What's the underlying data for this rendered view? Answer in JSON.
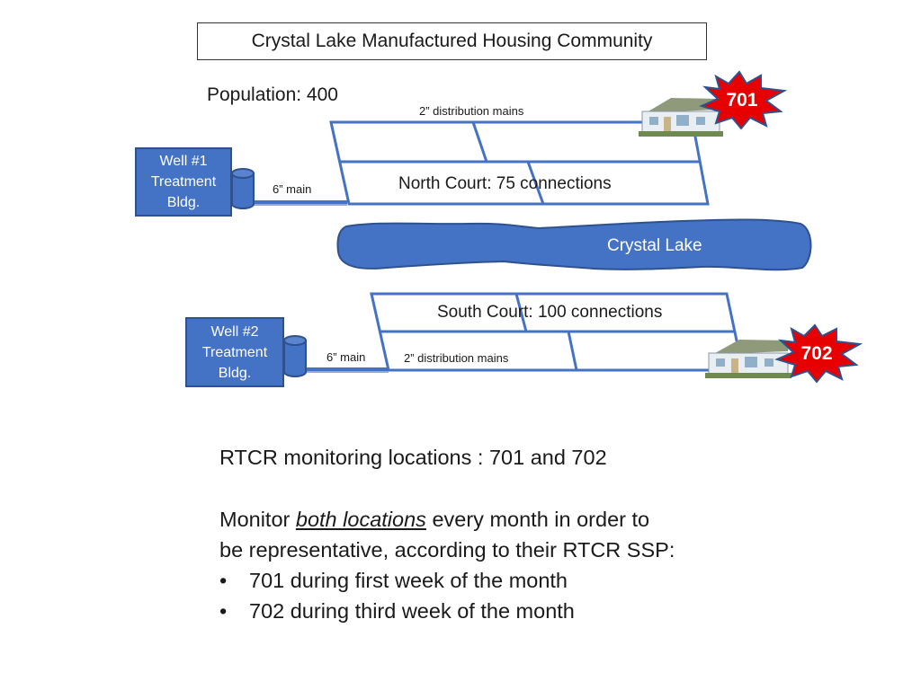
{
  "title": "Crystal Lake Manufactured Housing Community",
  "population": "Population: 400",
  "wells": [
    {
      "line1": "Well #1",
      "line2": "Treatment",
      "line3": "Bldg."
    },
    {
      "line1": "Well #2",
      "line2": "Treatment",
      "line3": "Bldg."
    }
  ],
  "main_label_1": "6” main",
  "main_label_2": "6” main",
  "dist_label_north": "2” distribution mains",
  "dist_label_south": "2” distribution mains",
  "north_court": "North Court: 75 connections",
  "south_court": "South Court: 100 connections",
  "lake": "Crystal Lake",
  "sites": [
    "701",
    "702"
  ],
  "colors": {
    "well_fill": "#4472c4",
    "pipe": "#4472c4",
    "starburst": "#e60000",
    "lake": "#4472c4"
  },
  "text": {
    "line1": "RTCR monitoring locations : 701 and 702",
    "p2_a": "Monitor ",
    "p2_em": "both locations",
    "p2_b": " every month in order to",
    "p2_line2": "be representative, according to their RTCR SSP:",
    "bullets": [
      "701 during first week of the month",
      "702 during third week of the month"
    ]
  }
}
